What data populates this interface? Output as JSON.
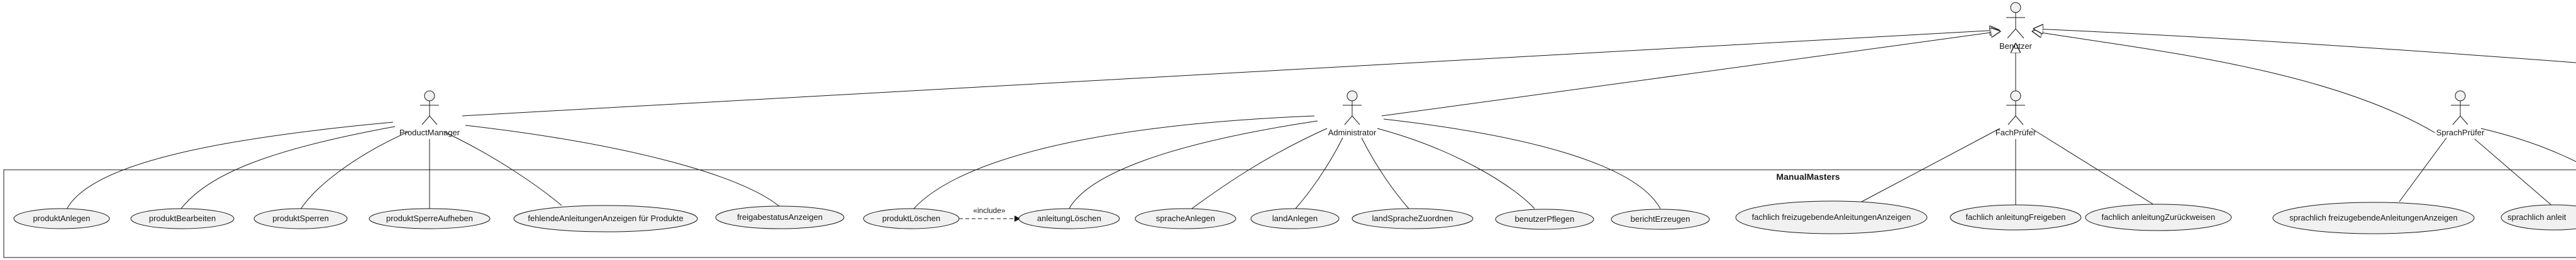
{
  "system": {
    "title": "ManualMasters"
  },
  "actors": {
    "benutzer": "Benutzer",
    "productmanager": "ProductManager",
    "administrator": "Administrator",
    "fachpruefer": "FachPrüfer",
    "sprachpruefer": "SprachPrüfer"
  },
  "relations": {
    "include_label": "«include»"
  },
  "usecases": {
    "produktAnlegen": "produktAnlegen",
    "produktBearbeiten": "produktBearbeiten",
    "produktSperren": "produktSperren",
    "produktSperreAufheben": "produktSperreAufheben",
    "fehlendeAnleitungen": "fehlendeAnleitungenAnzeigen für Produkte",
    "freigabestatusAnzeigen": "freigabestatusAnzeigen",
    "produktLoeschen": "produktLöschen",
    "anleitungLoeschen": "anleitungLöschen",
    "spracheAnlegen": "spracheAnlegen",
    "landAnlegen": "landAnlegen",
    "landSpracheZuordnen": "landSpracheZuordnen",
    "benutzerPflegen": "benutzerPflegen",
    "berichtErzeugen": "berichtErzeugen",
    "fachlichFreizugebende": "fachlich freizugebendeAnleitungenAnzeigen",
    "fachlichFreigeben": "fachlich anleitungFreigeben",
    "fachlichZurueckweisen": "fachlich anleitungZurückweisen",
    "sprachlichFreizugebende": "sprachlich freizugebendeAnleitungenAnzeigen",
    "sprachlichCut": "sprachlich anleit"
  }
}
